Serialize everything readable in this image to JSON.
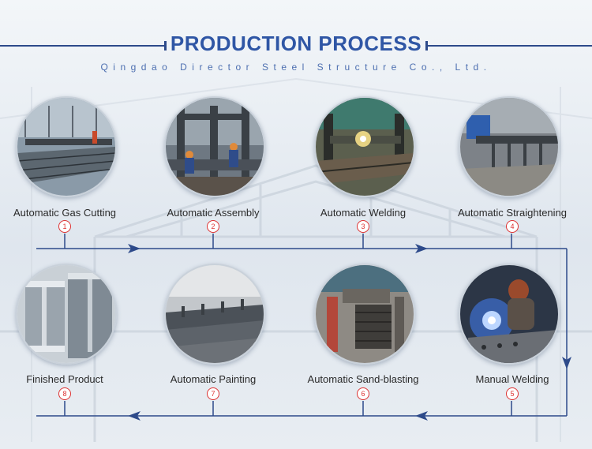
{
  "header": {
    "title": "PRODUCTION PROCESS",
    "subtitle": "Qingdao Director Steel Structure Co., Ltd."
  },
  "steps": [
    {
      "label": "Automatic Gas Cutting",
      "number": "1",
      "icon": "gas-cutting-photo"
    },
    {
      "label": "Automatic Assembly",
      "number": "2",
      "icon": "assembly-photo"
    },
    {
      "label": "Automatic Welding",
      "number": "3",
      "icon": "welding-photo"
    },
    {
      "label": "Automatic Straightening",
      "number": "4",
      "icon": "straightening-photo"
    },
    {
      "label": "Manual Welding",
      "number": "5",
      "icon": "manual-welding-photo"
    },
    {
      "label": "Automatic Sand-blasting",
      "number": "6",
      "icon": "sand-blasting-photo"
    },
    {
      "label": "Automatic Painting",
      "number": "7",
      "icon": "painting-photo"
    },
    {
      "label": "Finished Product",
      "number": "8",
      "icon": "finished-product-photo"
    }
  ],
  "colors": {
    "accent": "#2f56a5",
    "line": "#2d4a8a",
    "number": "#dd3333"
  }
}
